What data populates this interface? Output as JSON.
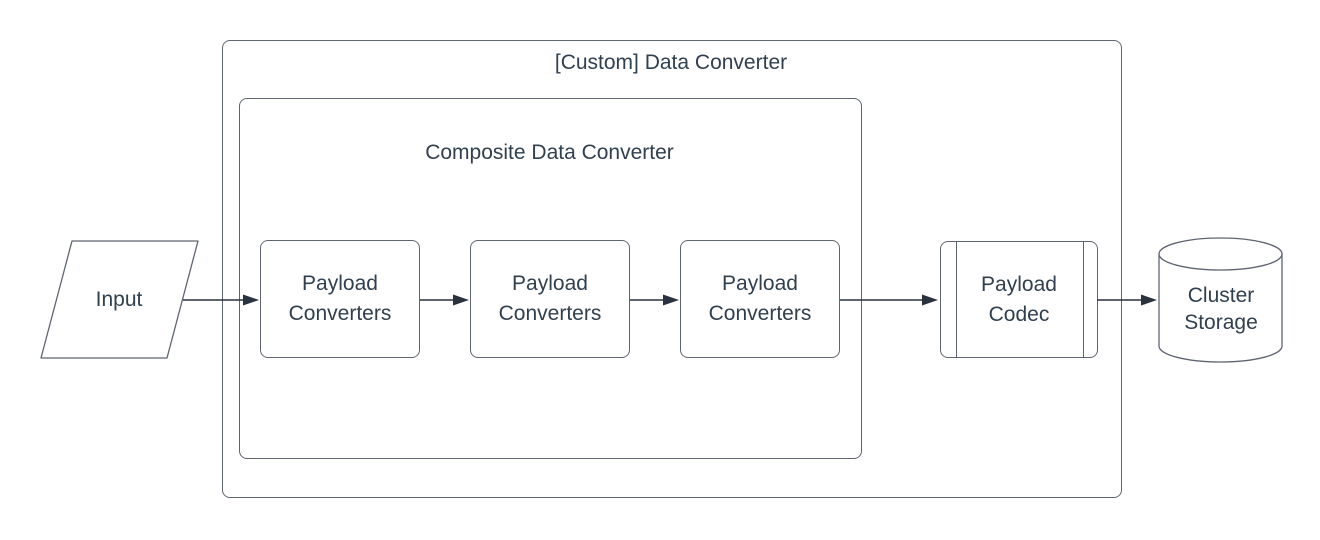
{
  "diagram": {
    "type": "flow-diagram",
    "colors": {
      "background": "#ffffff",
      "shape_stroke": "#5f6570",
      "arrow": "#29323e",
      "text": "#31404f"
    },
    "nodes": {
      "input": {
        "label": "Input",
        "shape": "parallelogram"
      },
      "custom_data_converter": {
        "label": "[Custom] Data Converter",
        "shape": "container"
      },
      "composite_data_converter": {
        "label": "Composite Data Converter",
        "shape": "container"
      },
      "payload_converters": [
        {
          "label": "Payload Converters"
        },
        {
          "label": "Payload Converters"
        },
        {
          "label": "Payload Converters"
        }
      ],
      "payload_codec": {
        "label": "Payload Codec",
        "shape": "predefined-process"
      },
      "cluster_storage": {
        "label": "Cluster Storage",
        "shape": "cylinder"
      }
    },
    "edges": [
      {
        "from": "input",
        "to": "payload_converters.0"
      },
      {
        "from": "payload_converters.0",
        "to": "payload_converters.1"
      },
      {
        "from": "payload_converters.1",
        "to": "payload_converters.2"
      },
      {
        "from": "payload_converters.2",
        "to": "payload_codec"
      },
      {
        "from": "payload_codec",
        "to": "cluster_storage"
      }
    ]
  }
}
